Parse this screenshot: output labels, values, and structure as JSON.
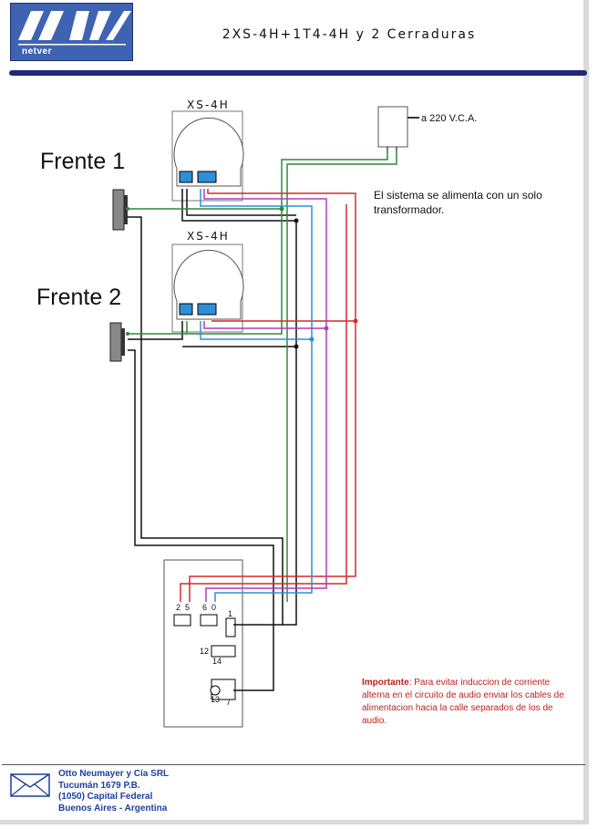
{
  "header": {
    "logo_text": "netver",
    "title": "2XS-4H+1T4-4H y 2 Cerraduras"
  },
  "diagram": {
    "frente1": "Frente 1",
    "frente2": "Frente 2",
    "xs_label_1": "XS-4H",
    "xs_label_2": "XS-4H",
    "transformer_label": "a 220 V.C.A.",
    "note": "El sistema se alimenta con un solo transformador.",
    "important_label": "Importante",
    "important_text": ": Para evitar induccion de corriente alterna en el circuito de audio enviar los cables de alimentacion hacia la calle separados de los de audio.",
    "terminals": {
      "t2": "2",
      "t5": "5",
      "t6": "6",
      "t0": "0",
      "t1": "1",
      "t12": "12",
      "t14": "14",
      "t13": "13",
      "t7": "7"
    },
    "wire_colors": {
      "black": "#111111",
      "green": "#2a8a3a",
      "red": "#d42a2a",
      "blue": "#2d8fd6",
      "magenta": "#b23ab8"
    }
  },
  "footer": {
    "company": "Otto Neumayer y Cía SRL",
    "address": "Tucumán 1679 P.B.",
    "city": "(1050) Capital Federal",
    "country": "Buenos Aires - Argentina"
  }
}
